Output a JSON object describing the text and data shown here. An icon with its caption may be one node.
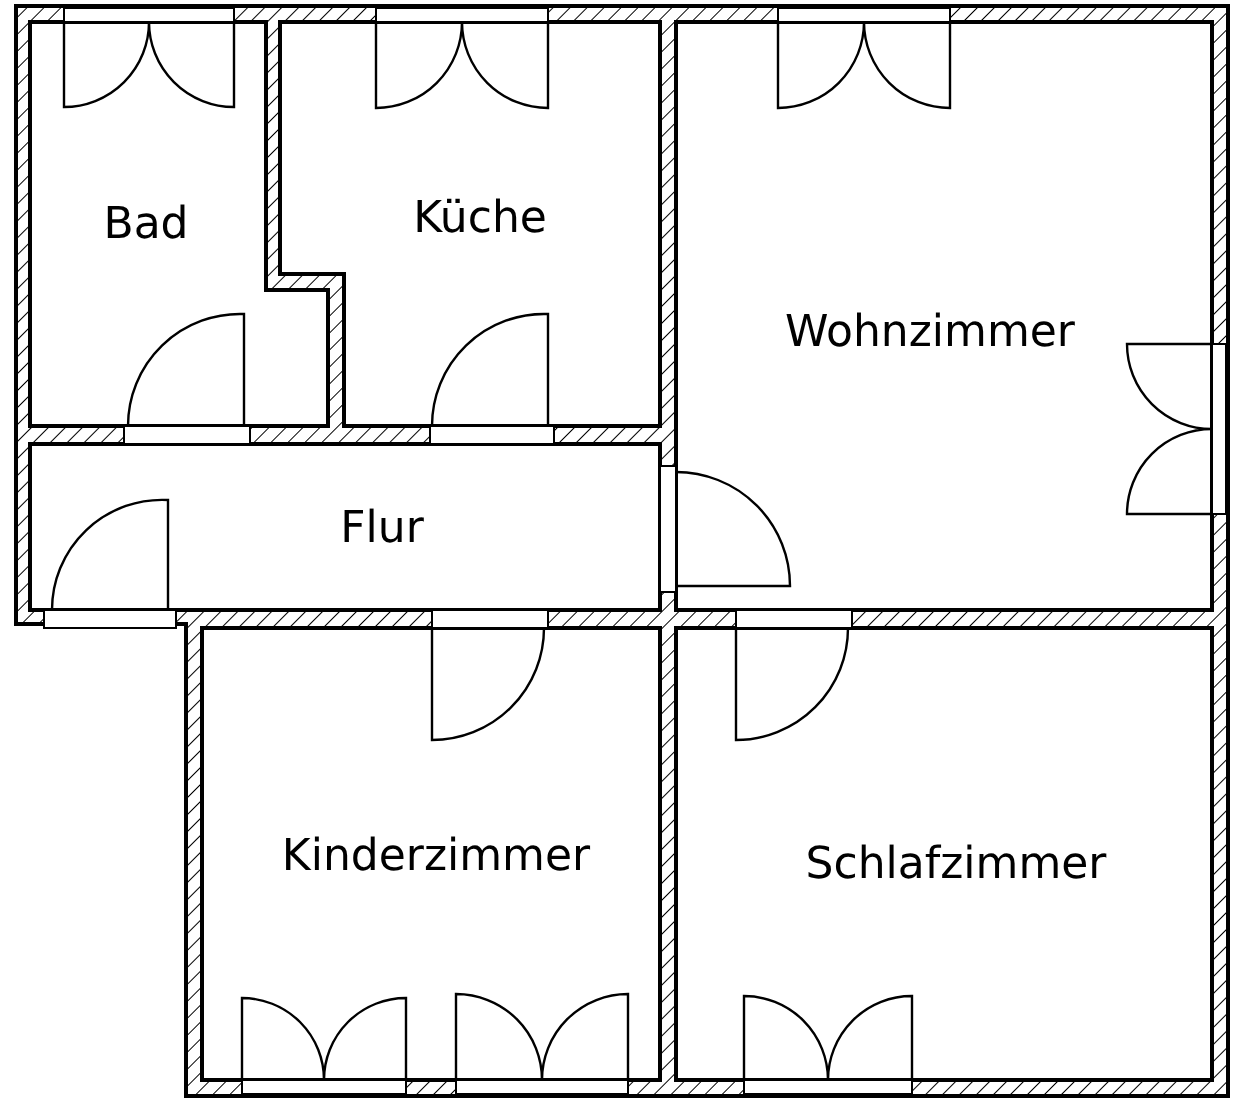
{
  "diagram": {
    "nodes": [
      {
        "text": [
          "Bad"
        ]
      },
      {
        "text": [
          "Küche"
        ]
      },
      {
        "text": [
          "Wohnzimmer"
        ]
      },
      {
        "text": [
          "Flur"
        ]
      },
      {
        "text": [
          "Kinderzimmer"
        ]
      },
      {
        "text": [
          "Schlafzimmer"
        ]
      }
    ]
  }
}
